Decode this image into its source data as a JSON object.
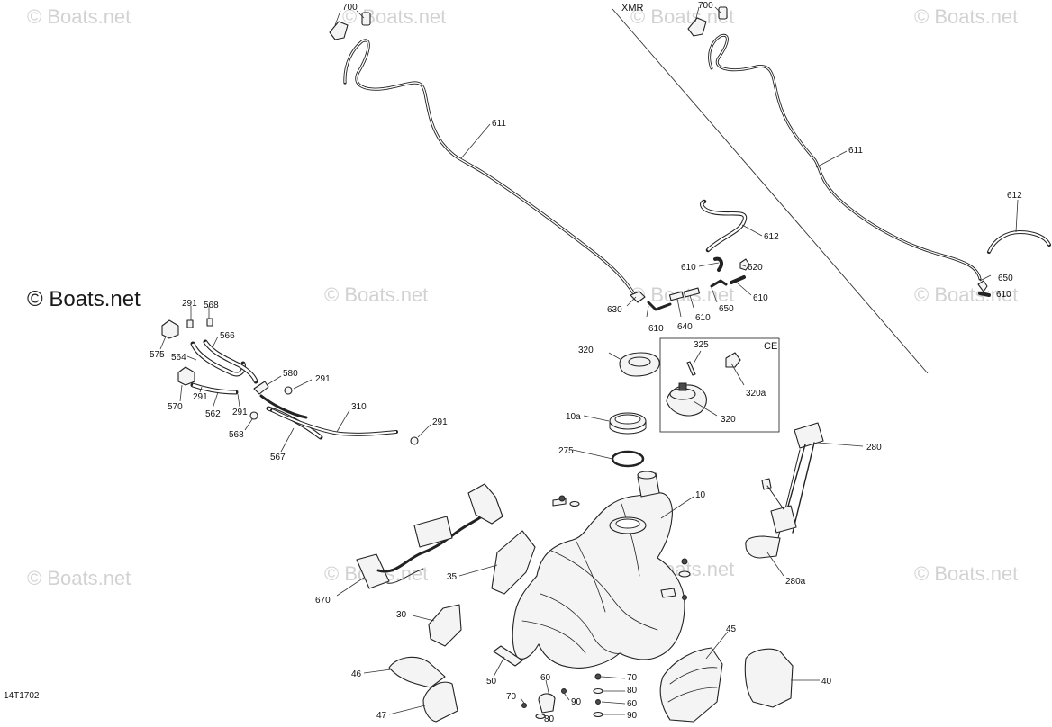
{
  "diagram": {
    "code": "14T1702",
    "variant_label": "XMR",
    "inset_label": "CE",
    "watermark": "© Boats.net",
    "callouts": {
      "c700a": "700",
      "c700b": "700",
      "c611a": "611",
      "c611b": "611",
      "c612a": "612",
      "c612b": "612",
      "c610a": "610",
      "c610b": "610",
      "c610c": "610",
      "c610d": "610",
      "c610e": "610",
      "c620": "620",
      "c630": "630",
      "c640": "640",
      "c650a": "650",
      "c650b": "650",
      "c320a_top": "320",
      "c325": "325",
      "c320a": "320a",
      "c320b": "320",
      "c10a": "10a",
      "c275": "275",
      "c10": "10",
      "c280": "280",
      "c280a": "280a",
      "c291a": "291",
      "c568a": "568",
      "c575": "575",
      "c566": "566",
      "c564": "564",
      "c580": "580",
      "c291b": "291",
      "c570": "570",
      "c291c": "291",
      "c562": "562",
      "c291d": "291",
      "c310": "310",
      "c568b": "568",
      "c291e": "291",
      "c567": "567",
      "c670": "670",
      "c35": "35",
      "c30": "30",
      "c45": "45",
      "c40": "40",
      "c46": "46",
      "c47": "47",
      "c50": "50",
      "c60a": "60",
      "c70a": "70",
      "c80a": "80",
      "c90a": "90",
      "c60b": "60",
      "c70b": "70",
      "c80b": "80",
      "c90b": "90"
    }
  }
}
